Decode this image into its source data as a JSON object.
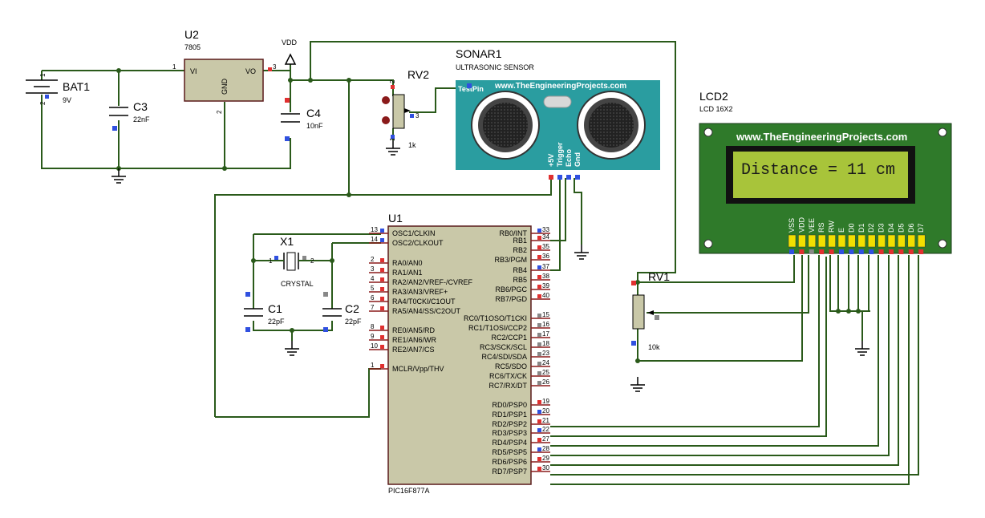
{
  "components": {
    "u2": {
      "ref": "U2",
      "value": "7805",
      "pin_vi": "VI",
      "pin_vo": "VO",
      "pin_gnd": "GND",
      "pin1": "1",
      "pin2": "2",
      "pin3": "3"
    },
    "bat1": {
      "ref": "BAT1",
      "value": "9V",
      "pin1": "1",
      "pin2": "2"
    },
    "c3": {
      "ref": "C3",
      "value": "22nF"
    },
    "c4": {
      "ref": "C4",
      "value": "10nF"
    },
    "vdd": {
      "label": "VDD"
    },
    "rv2": {
      "ref": "RV2",
      "value": "1k",
      "pin1": "1",
      "pin2": "2",
      "pin3": "3"
    },
    "sonar": {
      "ref": "SONAR1",
      "value": "ULTRASONIC SENSOR",
      "website": "www.TheEngineeringProjects.com",
      "testpin": "TestPin",
      "pins": [
        "+5V",
        "Trigger",
        "Echo",
        "Gnd"
      ]
    },
    "lcd": {
      "ref": "LCD2",
      "value": "LCD 16X2",
      "website": "www.TheEngineeringProjects.com",
      "display": "Distance = 11 cm",
      "pins": [
        "VSS",
        "VDD",
        "VEE",
        "RS",
        "RW",
        "E",
        "D0",
        "D1",
        "D2",
        "D3",
        "D4",
        "D5",
        "D6",
        "D7"
      ]
    },
    "rv1": {
      "ref": "RV1",
      "value": "10k"
    },
    "x1": {
      "ref": "X1",
      "value": "CRYSTAL",
      "pin1": "1",
      "pin2": "2"
    },
    "c1": {
      "ref": "C1",
      "value": "22pF"
    },
    "c2": {
      "ref": "C2",
      "value": "22pF"
    },
    "u1": {
      "ref": "U1",
      "value": "PIC16F877A",
      "left_pins": [
        {
          "num": "13",
          "name": "OSC1/CLKIN"
        },
        {
          "num": "14",
          "name": "OSC2/CLKOUT"
        },
        {
          "num": "2",
          "name": "RA0/AN0"
        },
        {
          "num": "3",
          "name": "RA1/AN1"
        },
        {
          "num": "4",
          "name": "RA2/AN2/VREF-/CVREF"
        },
        {
          "num": "5",
          "name": "RA3/AN3/VREF+"
        },
        {
          "num": "6",
          "name": "RA4/T0CKI/C1OUT"
        },
        {
          "num": "7",
          "name": "RA5/AN4/SS/C2OUT"
        },
        {
          "num": "8",
          "name": "RE0/AN5/RD"
        },
        {
          "num": "9",
          "name": "RE1/AN6/WR"
        },
        {
          "num": "10",
          "name": "RE2/AN7/CS"
        },
        {
          "num": "1",
          "name": "MCLR/Vpp/THV"
        }
      ],
      "right_pins": [
        {
          "num": "33",
          "name": "RB0/INT"
        },
        {
          "num": "34",
          "name": "RB1"
        },
        {
          "num": "35",
          "name": "RB2"
        },
        {
          "num": "36",
          "name": "RB3/PGM"
        },
        {
          "num": "37",
          "name": "RB4"
        },
        {
          "num": "38",
          "name": "RB5"
        },
        {
          "num": "39",
          "name": "RB6/PGC"
        },
        {
          "num": "40",
          "name": "RB7/PGD"
        },
        {
          "num": "15",
          "name": "RC0/T1OSO/T1CKI"
        },
        {
          "num": "16",
          "name": "RC1/T1OSI/CCP2"
        },
        {
          "num": "17",
          "name": "RC2/CCP1"
        },
        {
          "num": "18",
          "name": "RC3/SCK/SCL"
        },
        {
          "num": "23",
          "name": "RC4/SDI/SDA"
        },
        {
          "num": "24",
          "name": "RC5/SDO"
        },
        {
          "num": "25",
          "name": "RC6/TX/CK"
        },
        {
          "num": "26",
          "name": "RC7/RX/DT"
        },
        {
          "num": "19",
          "name": "RD0/PSP0"
        },
        {
          "num": "20",
          "name": "RD1/PSP1"
        },
        {
          "num": "21",
          "name": "RD2/PSP2"
        },
        {
          "num": "22",
          "name": "RD3/PSP3"
        },
        {
          "num": "27",
          "name": "RD4/PSP4"
        },
        {
          "num": "28",
          "name": "RD5/PSP5"
        },
        {
          "num": "29",
          "name": "RD6/PSP6"
        },
        {
          "num": "30",
          "name": "RD7/PSP7"
        }
      ]
    }
  },
  "colors": {
    "wire": "#2a5a1a",
    "chip_fill": "#c9c8a8",
    "sonar_fill": "#2a9da0",
    "lcd_board": "#2f7a2a",
    "lcd_screen": "#a8c43a",
    "pin_red": "#e03030",
    "pin_blue": "#3050e0",
    "pin_gray": "#888888"
  }
}
